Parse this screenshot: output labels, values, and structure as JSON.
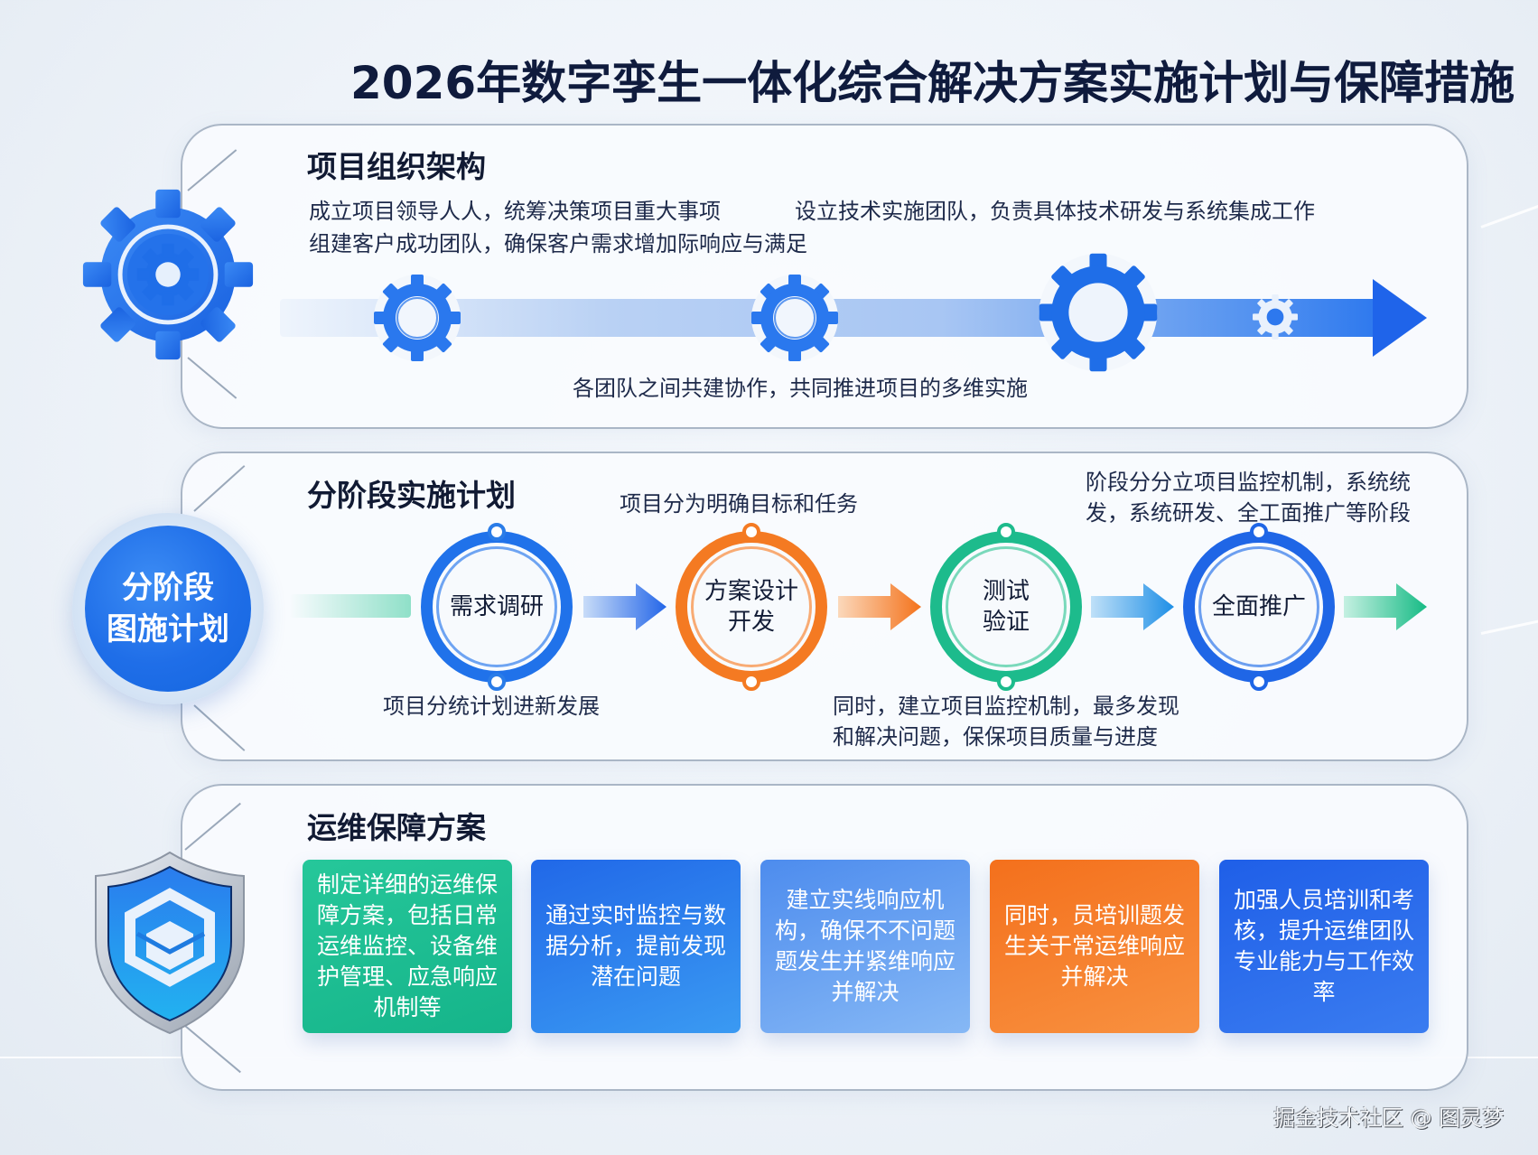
{
  "title": "2026年数字孪生一体化综合解决方案实施计划与保障措施",
  "colors": {
    "blue": "#1f6ee8",
    "orange": "#f57a22",
    "green": "#1fbf8f",
    "dark_text": "#111a33",
    "card_border": "#aab6c6"
  },
  "org_section": {
    "title": "项目组织架构",
    "icon": "gear-icon",
    "lines": [
      "成立项目领导人人，统筹决策项目重大事项",
      "设立技术实施团队，负责具体技术研发与系统集成工作",
      "组建客户成功团队，确保客户需求增加际响应与满足"
    ],
    "caption": "各团队之间共建协作，共同推进项目的多维实施",
    "flow_icons": [
      "gear-icon",
      "gear-icon",
      "gear-icon",
      "small-gear-icon",
      "arrow-right-icon"
    ]
  },
  "phase_section": {
    "title": "分阶段实施计划",
    "hub_label_line1": "分阶段",
    "hub_label_line2": "图施计划",
    "note_top_mid": "项目分为明确目标和任务",
    "note_top_right_line1": "阶段分分立项目监控机制，系统统",
    "note_top_right_line2": "发，系统研发、全工面推广等阶段",
    "note_bottom_left": "项目分统计划进新发展",
    "note_bottom_right_line1": "同时，建立项目监控机制，最多发现",
    "note_bottom_right_line2": "和解决问题，保保项目质量与进度",
    "stages": [
      {
        "line1": "需求调研",
        "line2": "",
        "color": "#1f6ee8"
      },
      {
        "line1": "方案设计",
        "line2": "开发",
        "color": "#f57a22"
      },
      {
        "line1": "测试",
        "line2": "验证",
        "color": "#1fbf8f"
      },
      {
        "line1": "全面推广",
        "line2": "",
        "color": "#1f6ee8"
      }
    ]
  },
  "ops_section": {
    "title": "运维保障方案",
    "icon": "shield-icon",
    "tiles": [
      {
        "text": "制定详细的运维保障方案，包括日常运维监控、设备维护管理、应急响应机制等",
        "color": "#1fbf8f"
      },
      {
        "text": "通过实时监控与数据分析，提前发现潜在问题",
        "color": "#2a7ff0"
      },
      {
        "text": "建立实线响应机构，确保不不问题题发生并紧维响应并解决",
        "color": "#5f9bf0"
      },
      {
        "text": "同时，员培训题发生关于常运维响应并解决",
        "color": "#f57a22"
      },
      {
        "text": "加强人员培训和考核，提升运维团队专业能力与工作效率",
        "color": "#2360e8"
      }
    ]
  },
  "watermark": "掘金技术社区 @ 图灵梦"
}
